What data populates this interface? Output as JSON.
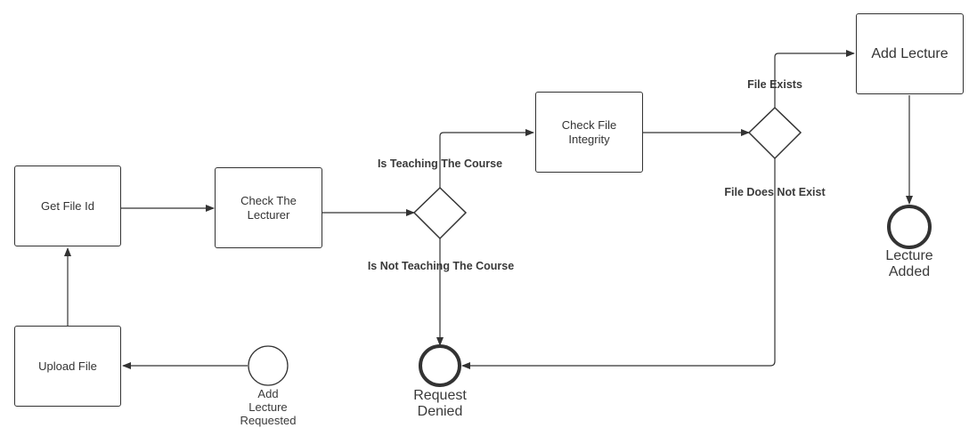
{
  "diagram": {
    "tasks": {
      "get_file_id": "Get File Id",
      "check_lecturer": "Check The Lecturer",
      "upload_file": "Upload File",
      "check_file_integrity": "Check File Integrity",
      "add_lecture": "Add Lecture"
    },
    "events": {
      "start": "Add\nLecture\nRequested",
      "request_denied": "Request\nDenied",
      "lecture_added": "Lecture\nAdded"
    },
    "gateway_labels": {
      "is_teaching": "Is Teaching The Course",
      "is_not_teaching": "Is Not Teaching The Course",
      "file_exists": "File Exists",
      "file_does_not_exist": "File Does Not Exist"
    }
  },
  "colors": {
    "stroke": "#333333",
    "text": "#333333",
    "background": "#ffffff"
  }
}
